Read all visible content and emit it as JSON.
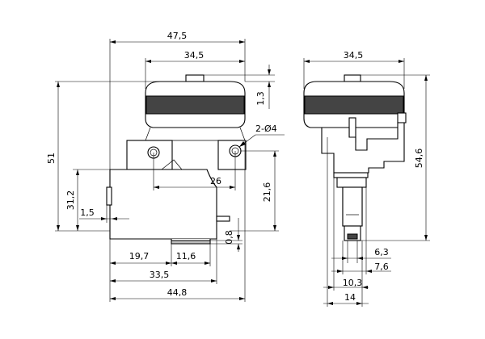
{
  "drawing": {
    "side_view": {
      "overall_width": "47,5",
      "paddle_width": "34,5",
      "paddle_gap": "1,3",
      "hole_spec": "2-Ø4",
      "hole_pitch": "26",
      "overall_height": "51",
      "body_height": "31,2",
      "hole_height": "21,6",
      "edge_offset": "1,5",
      "terminal_thickness": "0,8",
      "terminal_left": "19,7",
      "terminal_right": "11,6",
      "body_width": "33,5",
      "base_width": "44,8"
    },
    "end_view": {
      "paddle_width": "34,5",
      "overall_height": "54,6",
      "terminal_a": "6,3",
      "terminal_b": "7,6",
      "body_a": "10,3",
      "body_b": "14"
    }
  }
}
